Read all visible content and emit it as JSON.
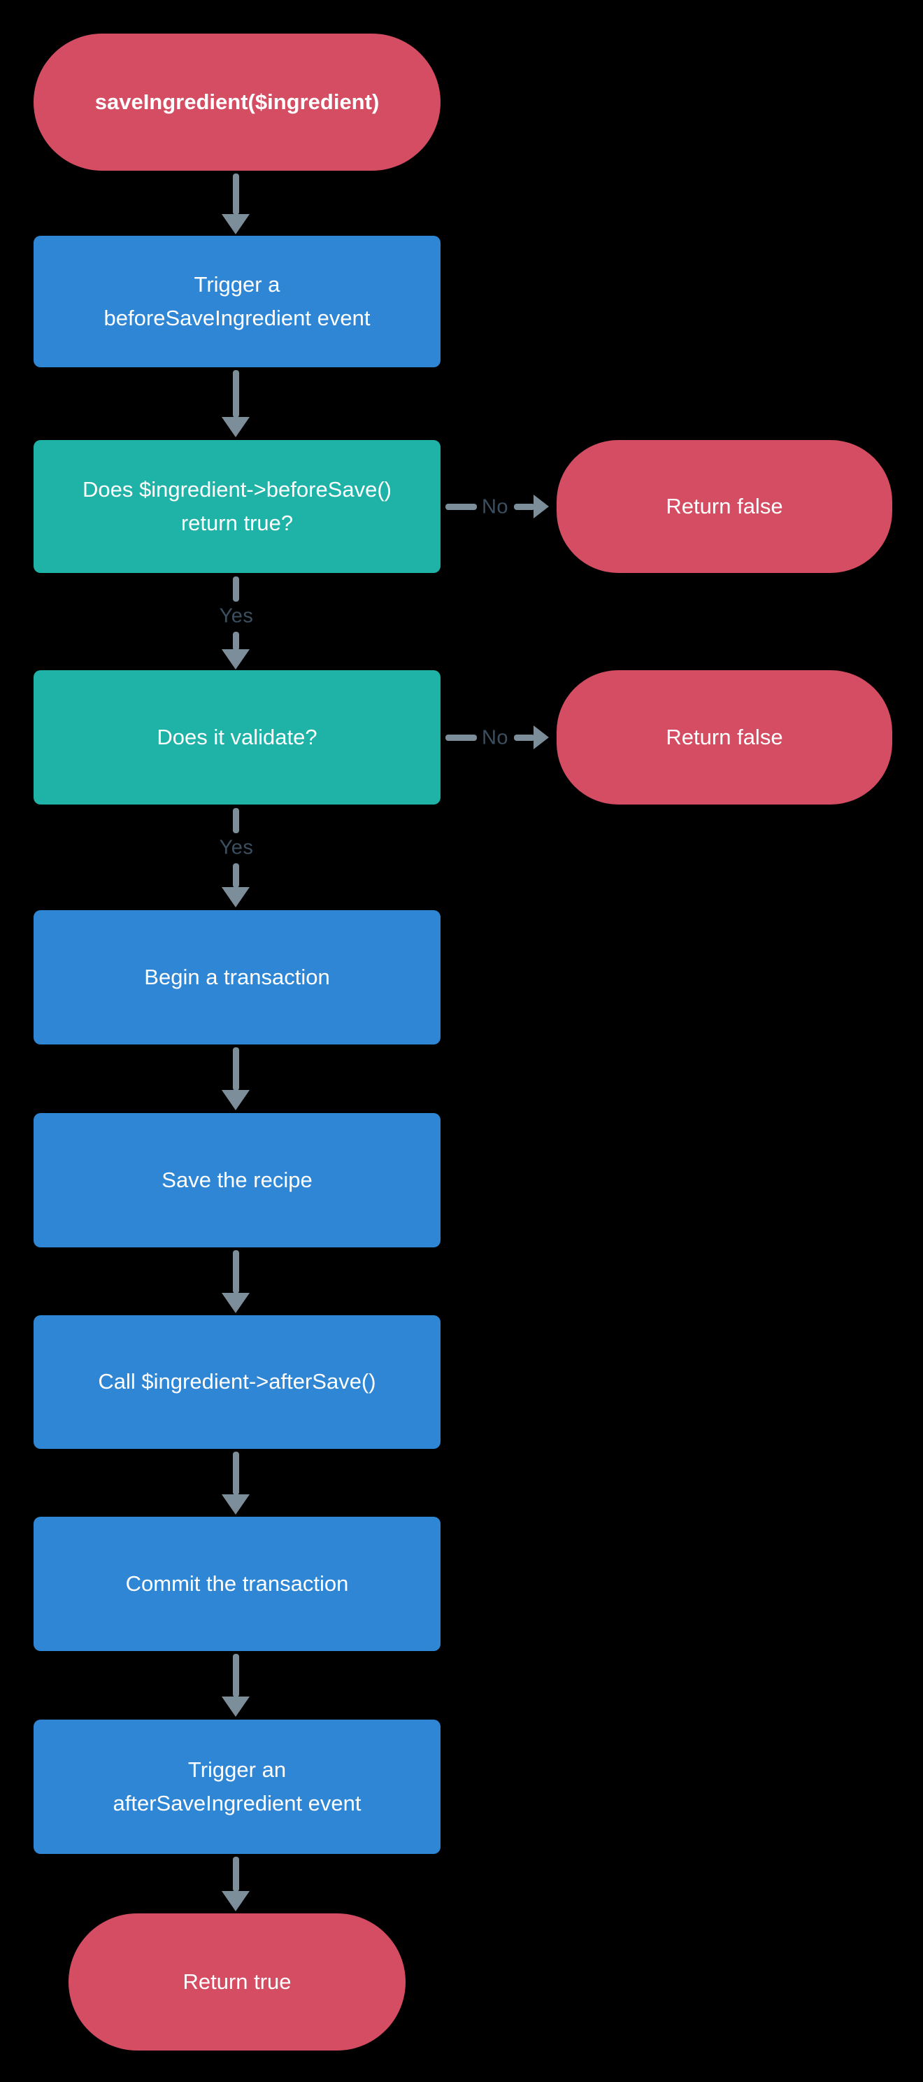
{
  "diagram": {
    "type": "flowchart",
    "background": "#000000"
  },
  "colors": {
    "process_fill": "#2E86D5",
    "decision_fill": "#1FB2A6",
    "terminal_fill": "#D44D63",
    "node_text": "#FFFFFF",
    "arrow": "#7D8E9B",
    "branch_label_text": "#3C4F60"
  },
  "nodes": {
    "start": {
      "label": "saveIngredient($ingredient)",
      "type": "terminal"
    },
    "trigger_before": {
      "label": "Trigger a\nbeforeSaveIngredient event",
      "type": "process"
    },
    "decision_before_save": {
      "label": "Does $ingredient->beforeSave()\nreturn true?",
      "type": "decision"
    },
    "return_false_1": {
      "label": "Return false",
      "type": "terminal"
    },
    "decision_validate": {
      "label": "Does it validate?",
      "type": "decision"
    },
    "return_false_2": {
      "label": "Return false",
      "type": "terminal"
    },
    "begin_transaction": {
      "label": "Begin a transaction",
      "type": "process"
    },
    "save_recipe": {
      "label": "Save the recipe",
      "type": "process"
    },
    "call_after_save": {
      "label": "Call $ingredient->afterSave()",
      "type": "process"
    },
    "commit_transaction": {
      "label": "Commit the transaction",
      "type": "process"
    },
    "trigger_after": {
      "label": "Trigger an\nafterSaveIngredient event",
      "type": "process"
    },
    "return_true": {
      "label": "Return true",
      "type": "terminal"
    }
  },
  "branch_labels": {
    "yes1": "Yes",
    "yes2": "Yes",
    "no1": "No",
    "no2": "No"
  }
}
